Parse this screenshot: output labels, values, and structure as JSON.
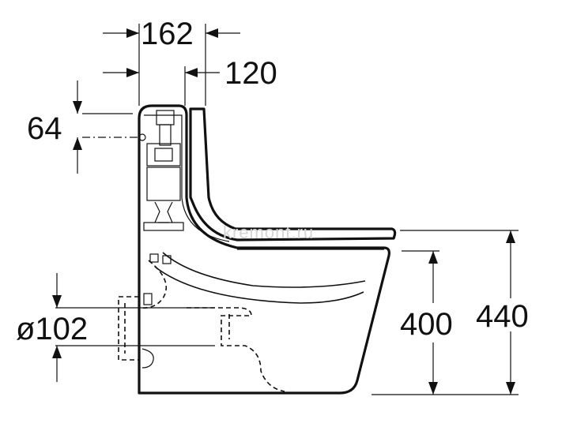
{
  "dimensions": {
    "tank_depth": "162",
    "seat_offset": "120",
    "inlet_height": "64",
    "outlet_diameter": "ø102",
    "seat_height": "400",
    "total_height": "440"
  },
  "watermark": "kremont.ru",
  "colors": {
    "line": "#111111",
    "background": "#ffffff",
    "watermark": "#d6d6d6"
  }
}
